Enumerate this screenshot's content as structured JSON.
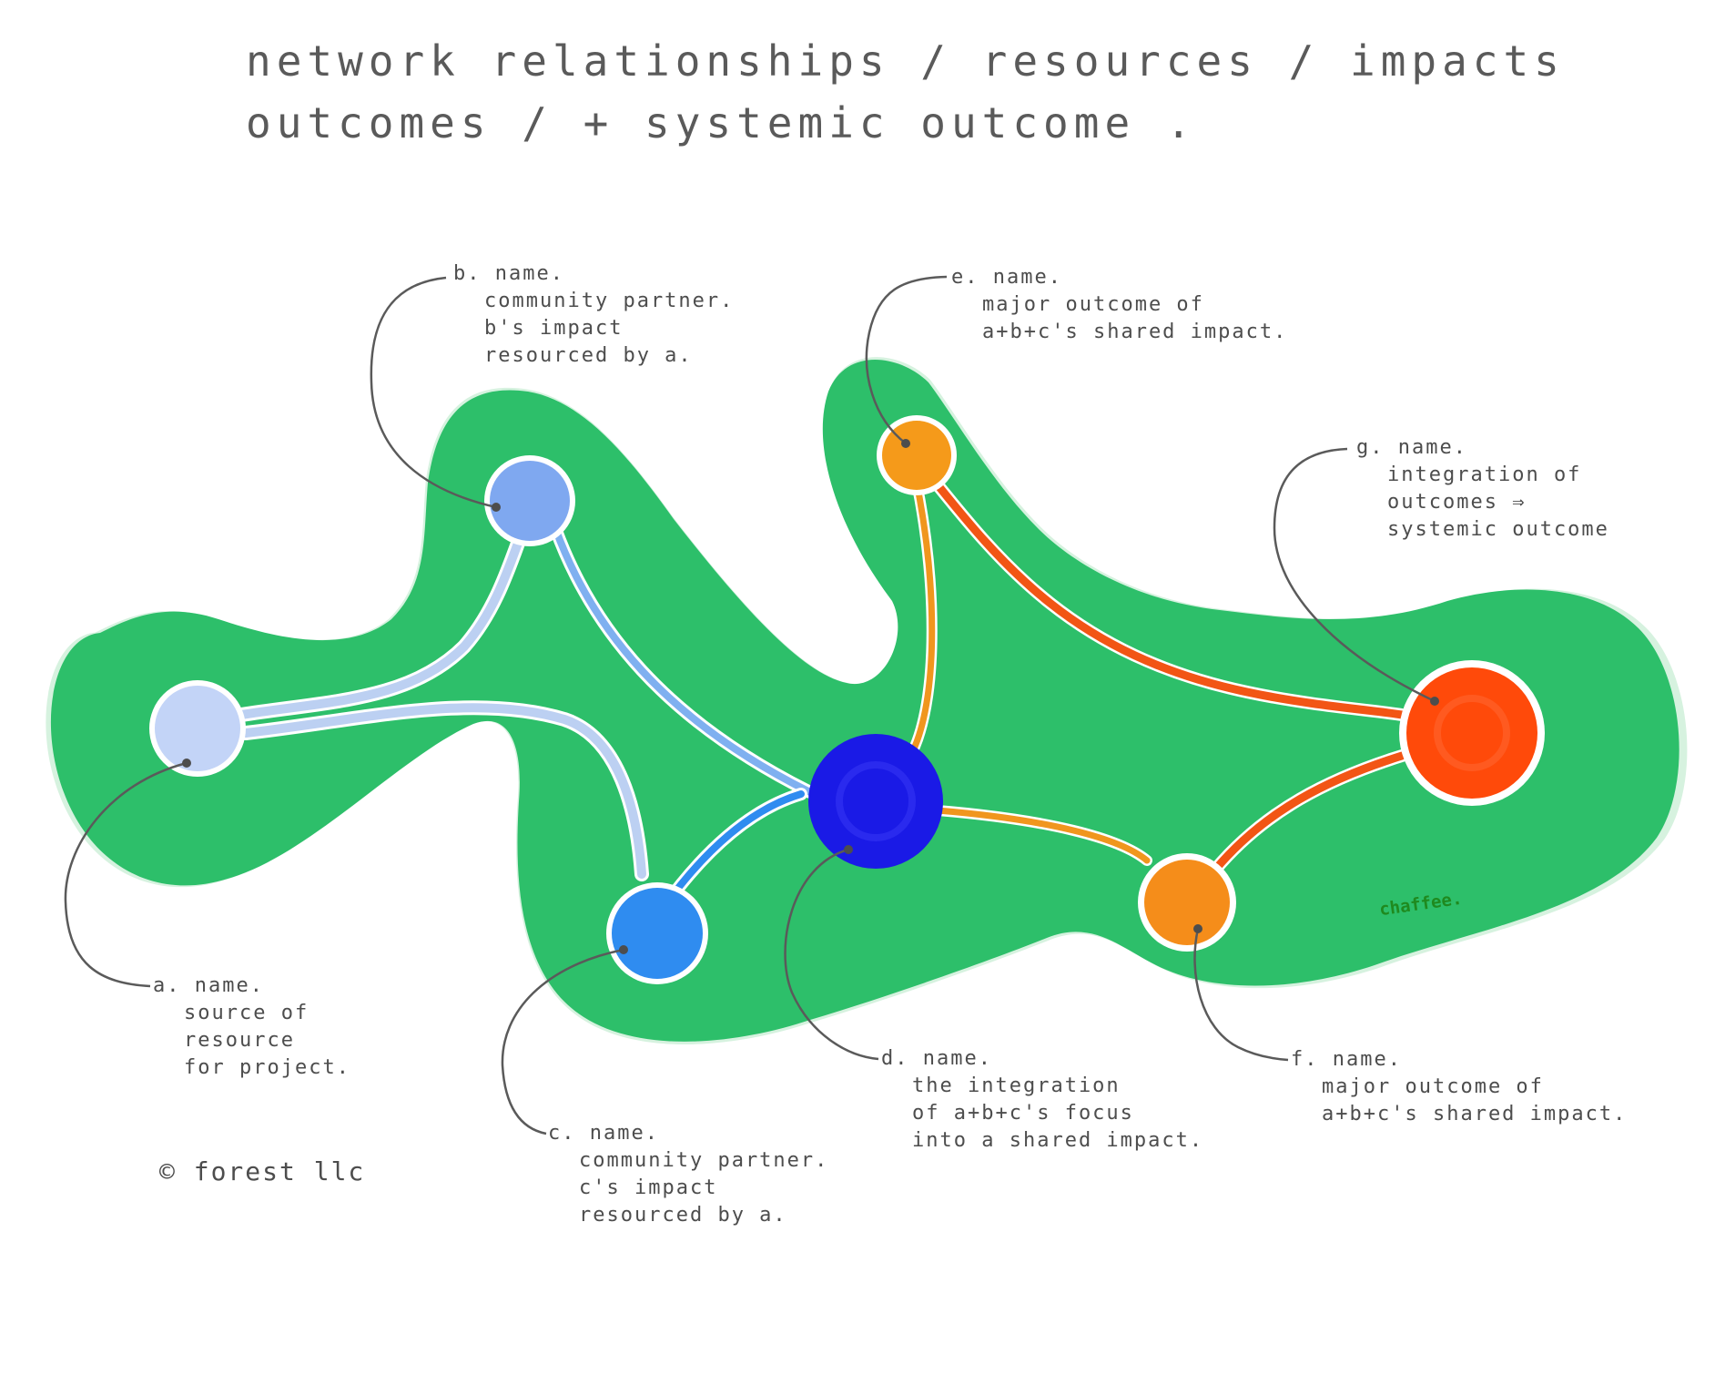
{
  "title": {
    "line1": "network relationships / resources / impacts",
    "line2": "outcomes / + systemic outcome ."
  },
  "colors": {
    "region": "#2dbf6a",
    "region_edge": "#d6f2df",
    "node_a": "#c3d4f7",
    "node_b": "#7fa8f0",
    "node_c": "#2f8cf0",
    "node_d": "#1a1ae6",
    "node_e": "#f59a1a",
    "node_f": "#f58d1a",
    "node_g": "#ff4a0a",
    "link_light": "#bcd0f2",
    "link_blue": "#7fb0f0",
    "link_mid": "#2f8cf0",
    "link_orange": "#f0961e",
    "link_red": "#f25515",
    "leader": "#5a5a5a"
  },
  "nodes": [
    {
      "id": "a",
      "name": "a. name.",
      "lines": [
        "source of",
        "resource",
        "for project."
      ]
    },
    {
      "id": "b",
      "name": "b. name.",
      "lines": [
        "community partner.",
        "b's impact",
        "resourced by a."
      ]
    },
    {
      "id": "c",
      "name": "c. name.",
      "lines": [
        "community partner.",
        "c's impact",
        "resourced by a."
      ]
    },
    {
      "id": "d",
      "name": "d. name.",
      "lines": [
        "the integration",
        "of a+b+c's focus",
        "into a shared impact."
      ]
    },
    {
      "id": "e",
      "name": "e. name.",
      "lines": [
        "major outcome of",
        "a+b+c's shared impact."
      ]
    },
    {
      "id": "f",
      "name": "f. name.",
      "lines": [
        "major outcome of",
        "a+b+c's shared impact."
      ]
    },
    {
      "id": "g",
      "name": "g. name.",
      "lines": [
        "integration of",
        "outcomes ⇒",
        "systemic outcome"
      ]
    }
  ],
  "links": [
    {
      "from": "a",
      "to": "b"
    },
    {
      "from": "a",
      "to": "c"
    },
    {
      "from": "b",
      "to": "d"
    },
    {
      "from": "c",
      "to": "d"
    },
    {
      "from": "d",
      "to": "e"
    },
    {
      "from": "d",
      "to": "f"
    },
    {
      "from": "e",
      "to": "g"
    },
    {
      "from": "f",
      "to": "g"
    }
  ],
  "copyright": "© forest llc",
  "signature": "chaffee."
}
